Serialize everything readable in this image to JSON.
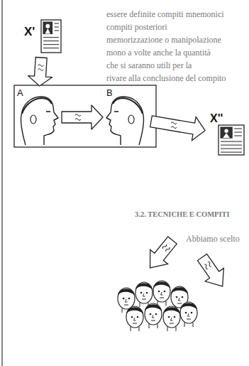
{
  "diagram": {
    "nodes": [
      {
        "text": [
          "X'"
        ]
      },
      {
        "text": [
          "A"
        ]
      },
      {
        "text": [
          "B"
        ]
      },
      {
        "text": [
          "X''"
        ]
      }
    ],
    "edges": [
      {
        "from": 0,
        "to": 1,
        "arrow": "to"
      },
      {
        "from": 1,
        "to": 2,
        "arrow": "to"
      },
      {
        "from": 2,
        "to": 3,
        "arrow": "to"
      }
    ],
    "labels": [
      "essere definite compiti mnemonici",
      "compiti posteriori",
      "memorizzazione o manipolazione",
      "mono a volte anche la quantità",
      "che si saranno utili per la",
      "rivare alla conclusione del compito",
      "3.2. TECNICHE E COMPITI",
      "Abbiamo scelto"
    ]
  }
}
